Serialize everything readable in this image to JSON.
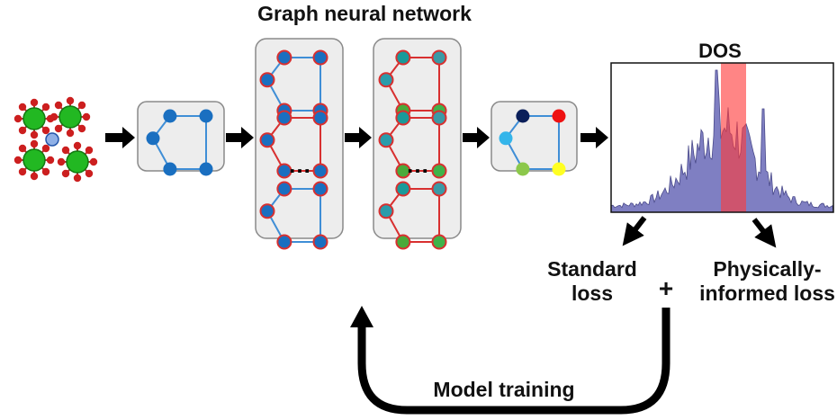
{
  "labels": {
    "gnn_title": "Graph neural network",
    "dos_title": "DOS",
    "standard_loss": "Standard\nloss",
    "physical_loss": "Physically-\ninformed loss",
    "plus": "+",
    "model_training": "Model training",
    "ellipsis": "…"
  },
  "colors": {
    "node_blue": "#1a6fc0",
    "edge_blue": "#3f8ed6",
    "edge_red": "#d83030",
    "panel_fill": "#ededed",
    "panel_stroke": "#8a8a8a",
    "arrow": "#000000",
    "dos_fill": "#7f7fc2",
    "dos_stroke": "#4a4a8a",
    "highlight": "#ff5a5a",
    "atom_green": "#22b822",
    "atom_red": "#cc1f1f"
  },
  "output_graph": {
    "node_colors": [
      "#0b1f5a",
      "#ee1111",
      "#34b5ea",
      "#8cc84b",
      "#ffff22"
    ]
  },
  "layer2_graph": {
    "node_colors": [
      "#1a9a9a",
      "#3a9aa6",
      "#2a9cab",
      "#4aaa3a",
      "#3fb34a"
    ]
  }
}
